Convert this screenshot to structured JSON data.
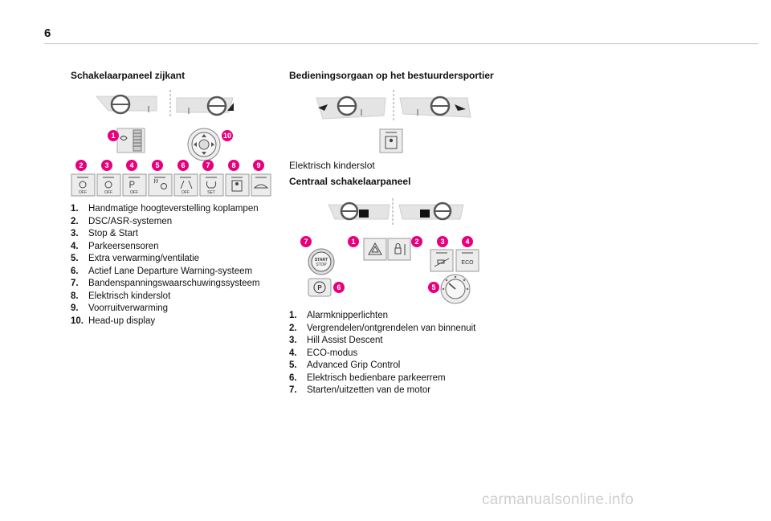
{
  "page": {
    "number": "6"
  },
  "colors": {
    "badge": "#e6007e",
    "panel": "#e9e9e9",
    "rule": "#bdbdbd"
  },
  "left": {
    "heading": "Schakelaarpaneel zijkant",
    "badges": [
      "1",
      "2",
      "3",
      "4",
      "5",
      "6",
      "7",
      "8",
      "9",
      "10"
    ],
    "button_labels": {
      "off": "OFF",
      "set": "SET"
    },
    "items": [
      {
        "num": "1.",
        "text": "Handmatige hoogteverstelling koplampen"
      },
      {
        "num": "2.",
        "text": "DSC/ASR-systemen"
      },
      {
        "num": "3.",
        "text": "Stop & Start"
      },
      {
        "num": "4.",
        "text": "Parkeersensoren"
      },
      {
        "num": "5.",
        "text": "Extra verwarming/ventilatie"
      },
      {
        "num": "6.",
        "text": "Actief Lane Departure Warning-systeem"
      },
      {
        "num": "7.",
        "text": "Bandenspanningswaarschuwingssysteem"
      },
      {
        "num": "8.",
        "text": "Elektrisch kinderslot"
      },
      {
        "num": "9.",
        "text": "Voorruitverwarming"
      },
      {
        "num": "10.",
        "text": "Head-up display"
      }
    ]
  },
  "right": {
    "heading_door": "Bedieningsorgaan op het bestuurdersportier",
    "door_caption": "Elektrisch kinderslot",
    "heading_central": "Centraal schakelaarpaneel",
    "badges": [
      "1",
      "2",
      "3",
      "4",
      "5",
      "6",
      "7"
    ],
    "button_labels": {
      "start": "START",
      "stop": "STOP",
      "eco": "ECO",
      "park": "P"
    },
    "items": [
      {
        "num": "1.",
        "text": "Alarmknipperlichten"
      },
      {
        "num": "2.",
        "text": "Vergrendelen/ontgrendelen van binnenuit"
      },
      {
        "num": "3.",
        "text": "Hill Assist Descent"
      },
      {
        "num": "4.",
        "text": "ECO-modus"
      },
      {
        "num": "5.",
        "text": "Advanced Grip Control"
      },
      {
        "num": "6.",
        "text": "Elektrisch bedienbare parkeerrem"
      },
      {
        "num": "7.",
        "text": "Starten/uitzetten van de motor"
      }
    ]
  },
  "footer": {
    "watermark": "carmanualsonline.info"
  }
}
